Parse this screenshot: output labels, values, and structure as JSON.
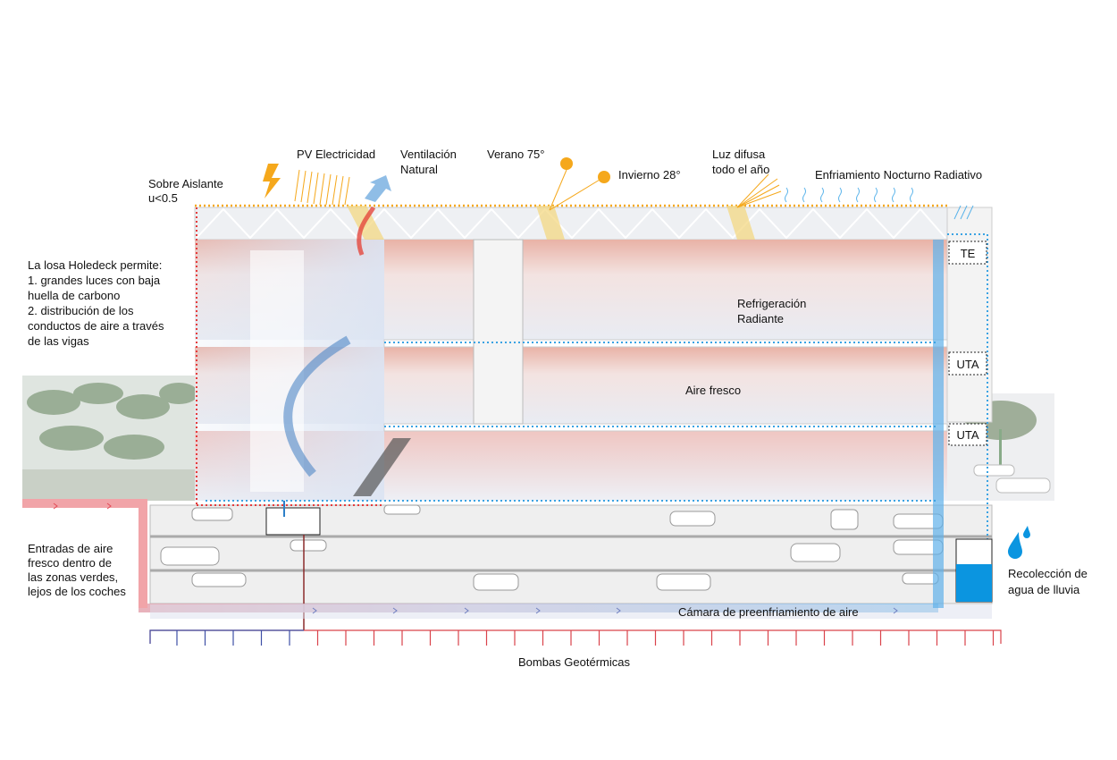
{
  "labels": {
    "sobre_aislante": [
      "Sobre Aislante",
      "u<0.5"
    ],
    "pv": "PV Electricidad",
    "ventilacion": [
      "Ventilación",
      "Natural"
    ],
    "verano": "Verano 75°",
    "invierno": "Invierno 28°",
    "luz_difusa": [
      "Luz difusa",
      "todo el año"
    ],
    "enfriamiento": "Enfriamiento Nocturno Radiativo",
    "holedeck": [
      "La losa Holedeck permite:",
      "1. grandes luces con baja",
      "huella de carbono",
      "2. distribución de los",
      "conductos de aire a través",
      "de las vigas"
    ],
    "refrigeracion": [
      "Refrigeración",
      "Radiante"
    ],
    "aire_fresco": "Aire fresco",
    "te": "TE",
    "uta_1": "UTA",
    "uta_2": "UTA",
    "entradas": [
      "Entradas de aire",
      "fresco dentro de",
      "las zonas verdes,",
      "lejos de los coches"
    ],
    "camara": "Cámara de preenfriamiento de aire",
    "recoleccion": [
      "Recolección de",
      "agua de lluvia"
    ],
    "bombas": "Bombas Geotérmicas"
  },
  "rain_tank_fill_fraction": 0.6,
  "colors": {
    "warm": "#e8545a",
    "cool": "#3aa3e3",
    "sun": "#f5a81c",
    "water": "#0b95e0"
  }
}
